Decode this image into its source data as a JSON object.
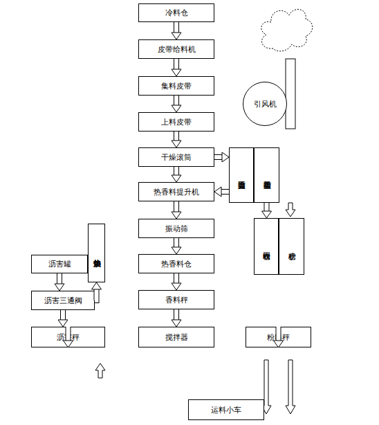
{
  "diagram": {
    "nodes": [
      {
        "text": [
          "冷料仓"
        ]
      },
      {
        "text": [
          "皮带给料机"
        ]
      },
      {
        "text": [
          "集料皮带"
        ]
      },
      {
        "text": [
          "引风机"
        ]
      },
      {
        "text": [
          "上料皮带"
        ]
      },
      {
        "text": [
          "干燥滚筒"
        ]
      },
      {
        "text": [
          "貢力除尘器"
        ]
      },
      {
        "text": [
          "布袋除尘器"
        ]
      },
      {
        "text": [
          "热香料提升机"
        ]
      },
      {
        "text": [
          "热载体加热炉"
        ]
      },
      {
        "text": [
          "振动筛"
        ]
      },
      {
        "text": [
          "回收粉仓"
        ]
      },
      {
        "text": [
          "矿粉仓"
        ]
      },
      {
        "text": [
          "沥害罐"
        ]
      },
      {
        "text": [
          "热香料仓"
        ]
      },
      {
        "text": [
          "沥害三通阀"
        ]
      },
      {
        "text": [
          "香料秤"
        ]
      },
      {
        "text": [
          "沥害秤"
        ]
      },
      {
        "text": [
          "搅拌器"
        ]
      },
      {
        "text": [
          "粉料秤"
        ]
      },
      {
        "text": [
          "运料小车"
        ]
      }
    ],
    "edges": [
      {
        "from": 0,
        "to": 1,
        "arrow": "to"
      },
      {
        "from": 1,
        "to": 2,
        "arrow": "to"
      },
      {
        "from": 2,
        "to": 4,
        "arrow": "to"
      },
      {
        "from": 4,
        "to": 5,
        "arrow": "to"
      },
      {
        "from": 5,
        "to": 8,
        "arrow": "to"
      },
      {
        "from": 8,
        "to": 10,
        "arrow": "to"
      },
      {
        "from": 10,
        "to": 14,
        "arrow": "to"
      },
      {
        "from": 14,
        "to": 16,
        "arrow": "to"
      },
      {
        "from": 16,
        "to": 18,
        "arrow": "to"
      },
      {
        "from": 5,
        "to": 6,
        "arrow": "to"
      },
      {
        "from": 6,
        "to": 8,
        "arrow": "to"
      },
      {
        "from": 7,
        "to": 11,
        "arrow": "to"
      },
      {
        "from": 13,
        "to": 15,
        "arrow": "to"
      },
      {
        "from": 15,
        "to": 17,
        "arrow": "to"
      },
      {
        "from": 15,
        "to": 9,
        "arrow": "to"
      },
      {
        "from": 17,
        "to": 18,
        "arrow": "to"
      },
      {
        "from": 19,
        "to": 18,
        "arrow": "to"
      }
    ]
  }
}
